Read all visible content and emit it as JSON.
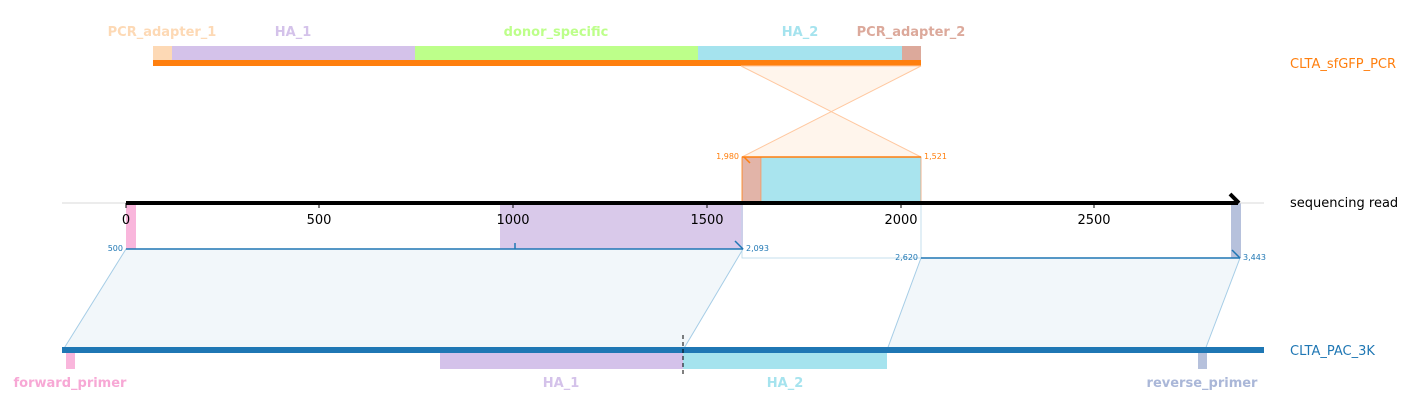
{
  "references": {
    "pcr": {
      "name": "CLTA_sfGFP_PCR",
      "color": "#ff7f0e",
      "features": [
        {
          "id": "pcr-adapter-1",
          "label": "PCR_adapter_1",
          "color": "#fdd9b5"
        },
        {
          "id": "ha-1",
          "label": "HA_1",
          "color": "#d4c2ea"
        },
        {
          "id": "donor-specific",
          "label": "donor_specific",
          "color": "#bdff8a"
        },
        {
          "id": "ha-2",
          "label": "HA_2",
          "color": "#a5e3ee"
        },
        {
          "id": "pcr-adapter-2",
          "label": "PCR_adapter_2",
          "color": "#dca99b"
        }
      ],
      "alignment": {
        "start_label": "1,980",
        "end_label": "1,521"
      }
    },
    "read": {
      "name": "sequencing read",
      "color": "#000000",
      "axis_ticks": [
        "0",
        "500",
        "1000",
        "1500",
        "2000",
        "2500"
      ]
    },
    "genome": {
      "name": "CLTA_PAC_3K",
      "color": "#1f77b4",
      "features": [
        {
          "id": "forward-primer",
          "label": "forward_primer",
          "color": "#f7a8d5"
        },
        {
          "id": "ha-1",
          "label": "HA_1",
          "color": "#d4c2ea"
        },
        {
          "id": "ha-2",
          "label": "HA_2",
          "color": "#a5e3ee"
        },
        {
          "id": "reverse-primer",
          "label": "reverse_primer",
          "color": "#aab7d8"
        }
      ],
      "alignments": [
        {
          "id": "left",
          "start_label": "500",
          "end_label": "2,093"
        },
        {
          "id": "right",
          "start_label": "2,620",
          "end_label": "3,443"
        }
      ]
    }
  }
}
